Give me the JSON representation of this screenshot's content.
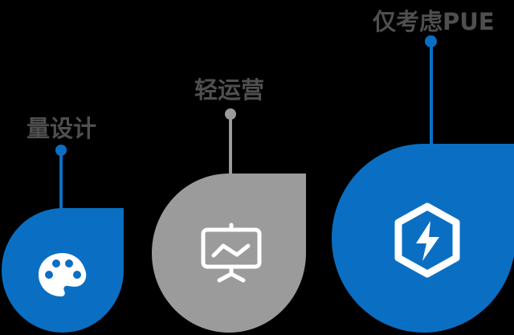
{
  "colors": {
    "blue": "#0a6fc2",
    "gray": "#9b9b9b",
    "label_text": "#4f4f4f",
    "background": "#000000",
    "icon": "#ffffff"
  },
  "items": [
    {
      "label": "量设计",
      "color": "blue",
      "icon": "palette-icon"
    },
    {
      "label": "轻运营",
      "color": "gray",
      "icon": "presentation-chart-icon"
    },
    {
      "label": "仅考虑PUE",
      "color": "blue",
      "icon": "energy-hexagon-icon"
    }
  ]
}
